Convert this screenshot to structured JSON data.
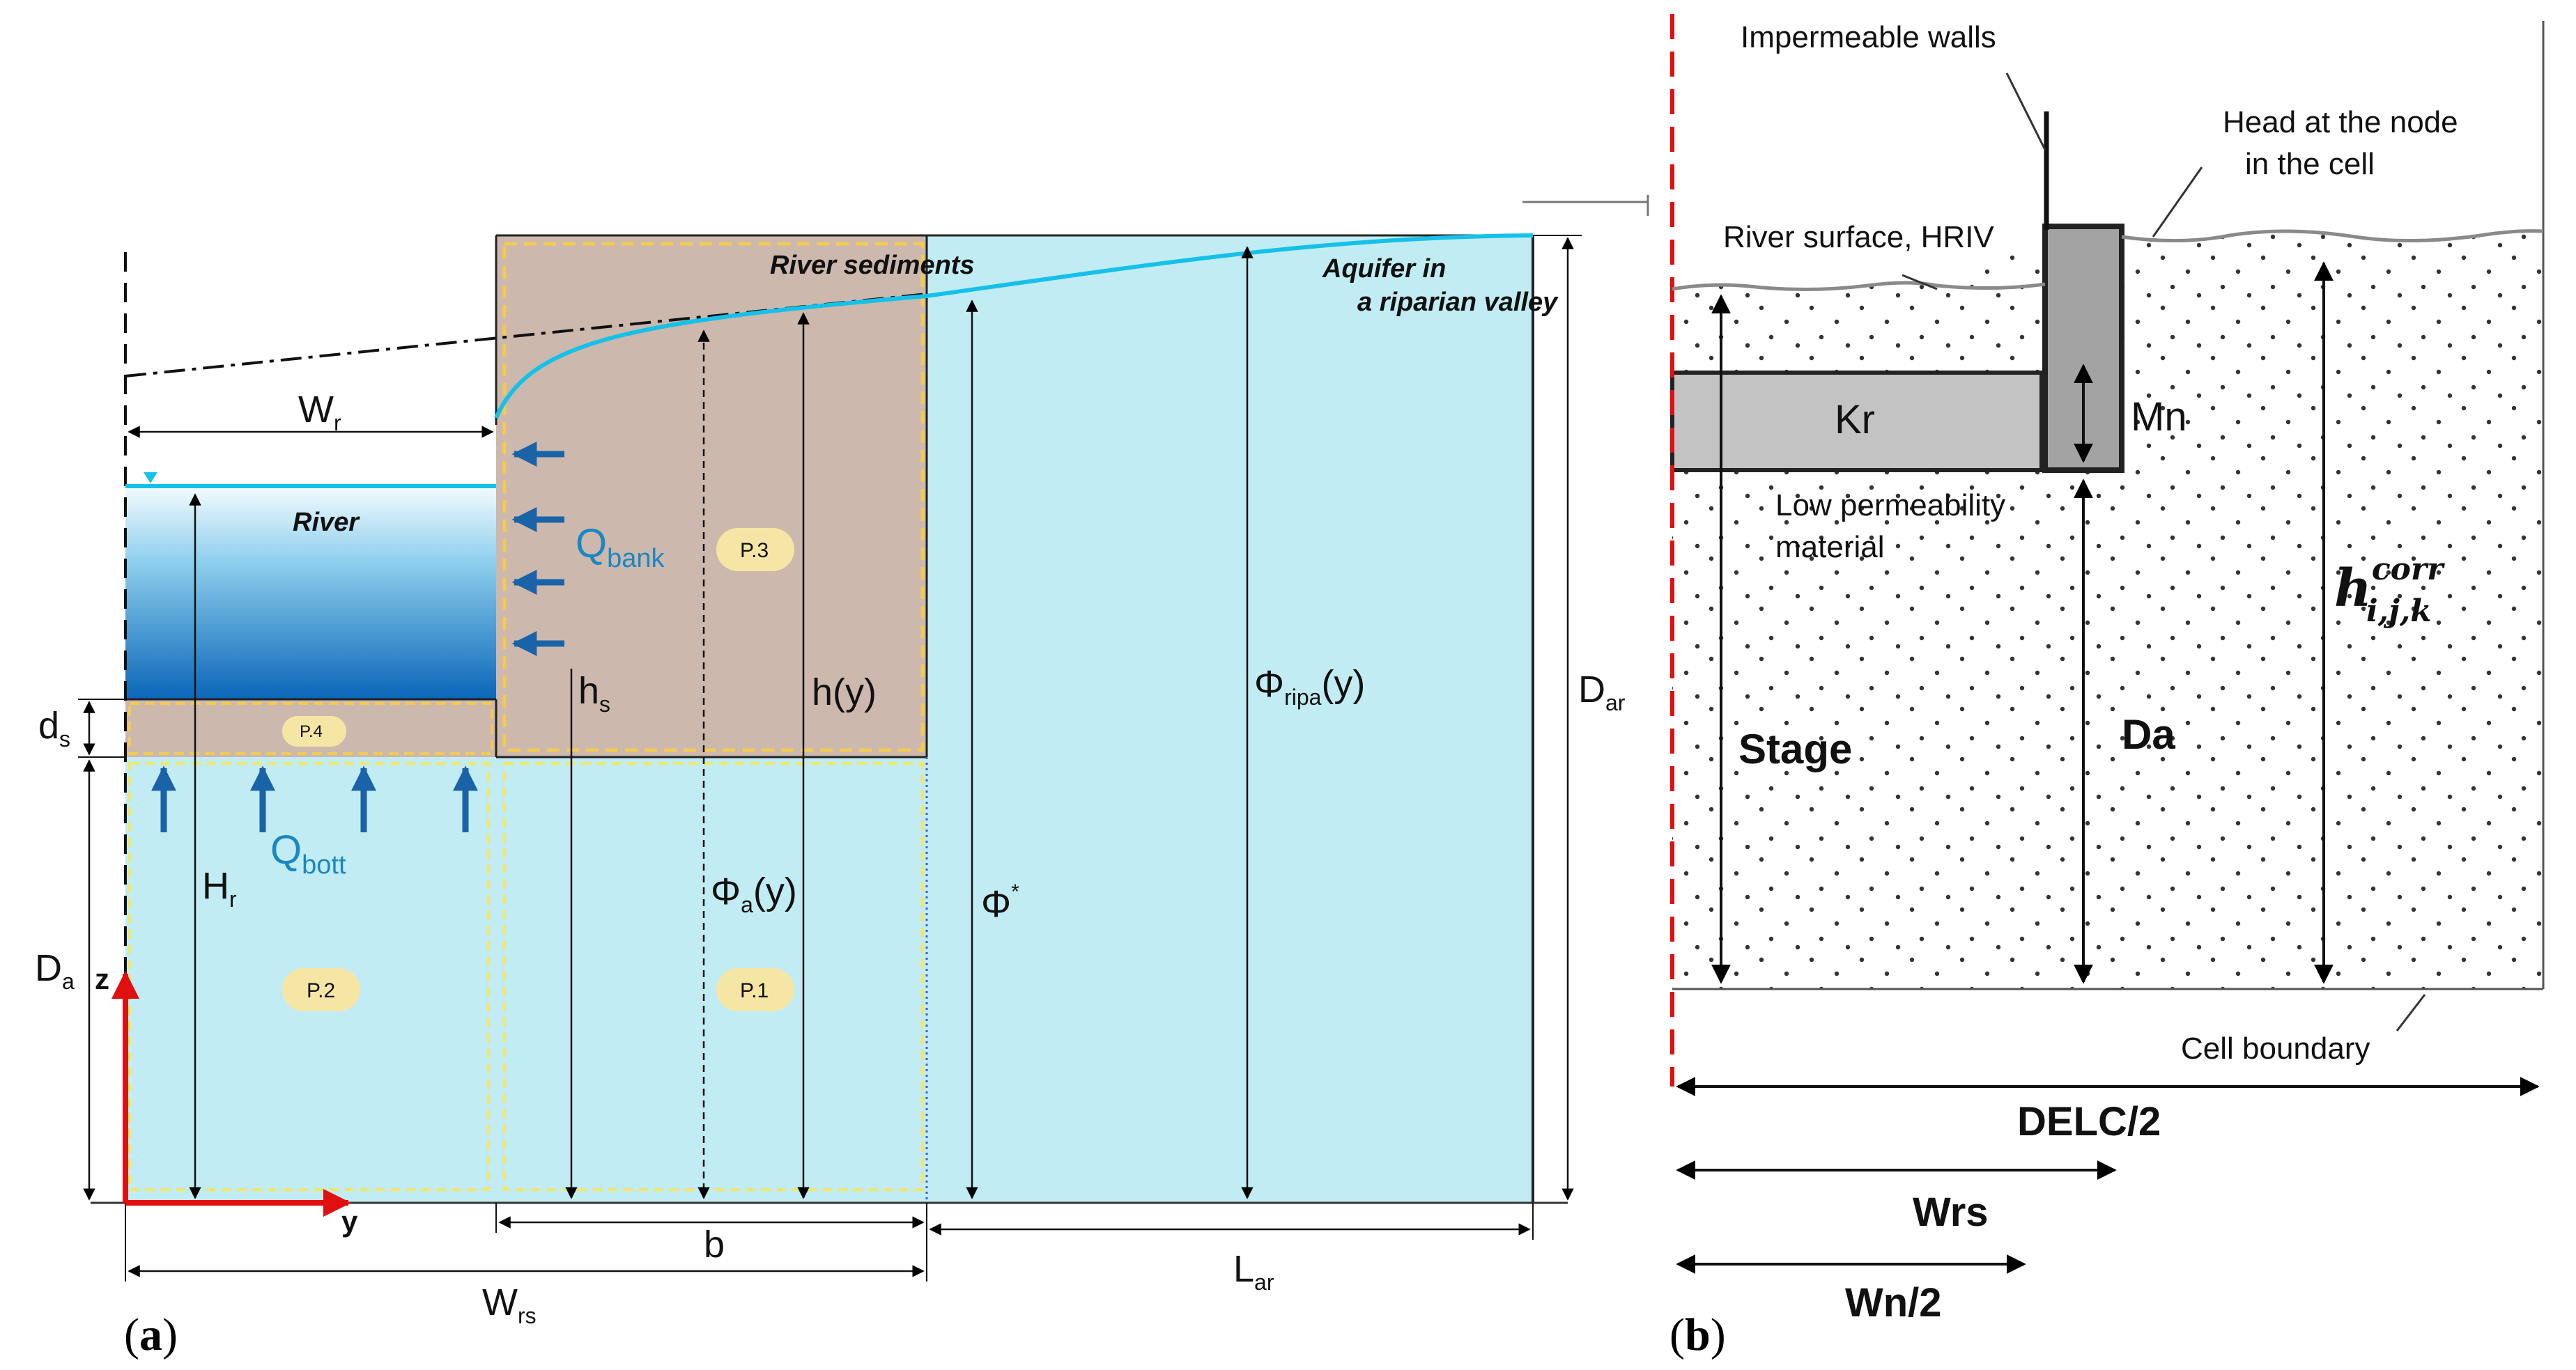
{
  "panel_a": {
    "tag_prefix": "(",
    "tag_letter": "a",
    "tag_suffix": ")",
    "labels": {
      "river_sediments": "River sediments",
      "aquifer_line1": "Aquifer in",
      "aquifer_line2": "a riparian valley",
      "river": "River",
      "wr_main": "W",
      "wr_sub": "r",
      "wrs_main": "W",
      "wrs_sub": "rs",
      "b": "b",
      "lar_main": "L",
      "lar_sub": "ar",
      "dar_main": "D",
      "dar_sub": "ar",
      "da_main": "D",
      "da_sub": "a",
      "ds_main": "d",
      "ds_sub": "s",
      "hs_main": "h",
      "hs_sub": "s",
      "hr_main": "H",
      "hr_sub": "r",
      "hy": "h(y)",
      "phi_a_main": "Φ",
      "phi_a_sub": "a",
      "phi_a_arg": "(y)",
      "phi_ripa_main": "Φ",
      "phi_ripa_sub": "ripa",
      "phi_ripa_arg": "(y)",
      "phi_star_main": "Φ",
      "phi_star_sup": "*",
      "qbank_main": "Q",
      "qbank_sub": "bank",
      "qbott_main": "Q",
      "qbott_sub": "bott",
      "z_axis": "z",
      "y_axis": "y",
      "p1": "P.1",
      "p2": "P.2",
      "p3": "P.3",
      "p4": "P.4"
    },
    "colors": {
      "sediment": "#cdb8ad",
      "aquifer": "#c2ecf3",
      "water_top": "#f4fbfe",
      "water_bottom": "#0a66b8",
      "water_line": "#15c1e8",
      "flux_arrow": "#1b63a8",
      "axis": "#e01010",
      "dashed_box": "#f3cb52",
      "badge": "#f6e6a6"
    }
  },
  "panel_b": {
    "tag_prefix": "(",
    "tag_letter": "b",
    "tag_suffix": ")",
    "labels": {
      "impermeable_walls": "Impermeable walls",
      "head_line1": "Head at the node",
      "head_line2": "in the cell",
      "river_surface": "River surface, HRIV",
      "kr": "Kr",
      "mn": "Mn",
      "low_perm_line1": "Low permeability",
      "low_perm_line2": "material",
      "h_main": "h",
      "h_sup": "corr",
      "h_sub": "i,j,k",
      "stage": "Stage",
      "da": "Da",
      "cell_boundary": "Cell boundary",
      "delc": "DELC/2",
      "wrs": "Wrs",
      "wn": "Wn/2"
    },
    "colors": {
      "wall": "#a3a3a3",
      "material": "#c3c3c3",
      "boundary": "#e01010",
      "dots": "#333333"
    }
  }
}
